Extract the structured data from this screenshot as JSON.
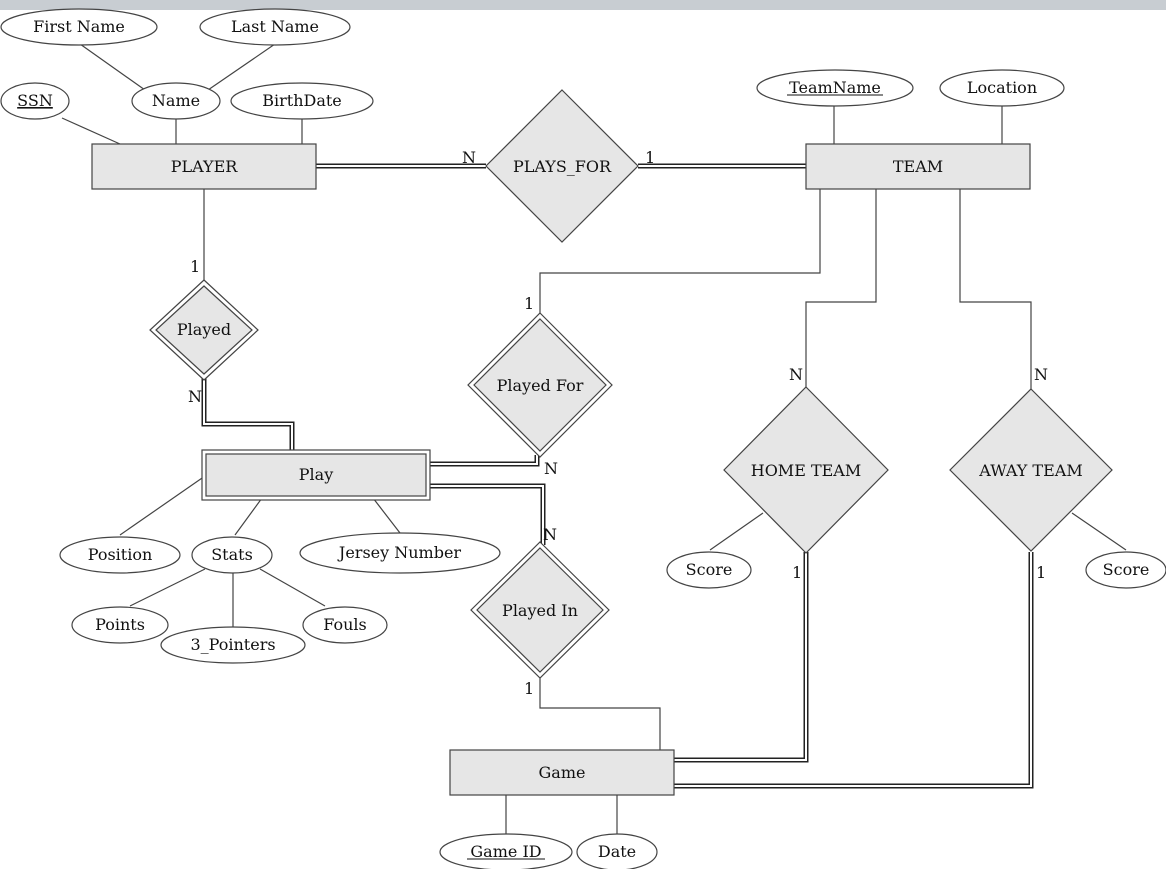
{
  "entities": {
    "player": "PLAYER",
    "team": "TEAM",
    "play": "Play",
    "game": "Game"
  },
  "relationships": {
    "plays_for": "PLAYS_FOR",
    "played": "Played",
    "played_for": "Played For",
    "played_in": "Played In",
    "home_team": "HOME TEAM",
    "away_team": "AWAY TEAM"
  },
  "attributes": {
    "first_name": "First Name",
    "last_name": "Last Name",
    "name": "Name",
    "ssn": "SSN",
    "birthdate": "BirthDate",
    "teamname": "TeamName",
    "location": "Location",
    "position": "Position",
    "stats": "Stats",
    "jersey_number": "Jersey Number",
    "points": "Points",
    "three_pointers": "3_Pointers",
    "fouls": "Fouls",
    "home_score": "Score",
    "away_score": "Score",
    "game_id": "Game ID",
    "date": "Date"
  },
  "cardinalities": {
    "player_plays_for": "N",
    "team_plays_for": "1",
    "player_played": "1",
    "play_played": "N",
    "team_played_for": "1",
    "play_played_for": "N",
    "play_played_in": "N",
    "game_played_in": "1",
    "team_home": "N",
    "game_home": "1",
    "team_away": "N",
    "game_away": "1"
  }
}
